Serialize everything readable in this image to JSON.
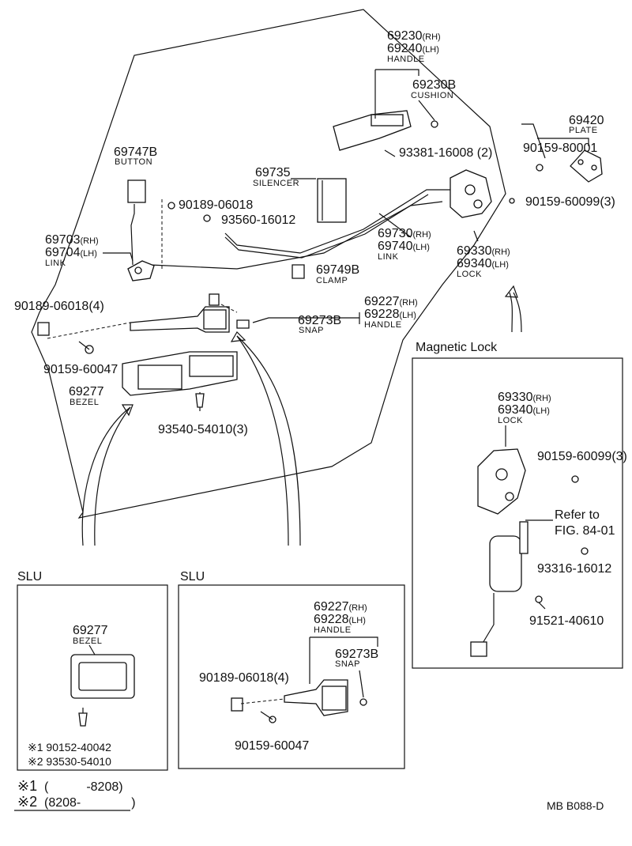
{
  "main": {
    "handle_outer": {
      "pn1": "69230",
      "side1": "(RH)",
      "pn2": "69240",
      "side2": "(LH)",
      "desc": "HANDLE"
    },
    "cushion": {
      "pn": "69230B",
      "desc": "CUSHION"
    },
    "plate": {
      "pn": "69420",
      "desc": "PLATE"
    },
    "screw_90159_80001": "90159-80001",
    "screw_93381": "93381-16008 (2)",
    "button": {
      "pn": "69747B",
      "desc": "BUTTON"
    },
    "silencer": {
      "pn": "69735",
      "desc": "SILENCER"
    },
    "clip_90189": "90189-06018",
    "screw_93560": "93560-16012",
    "screw_90159_60099": "90159-60099(3)",
    "link_upper": {
      "pn1": "69730",
      "side1": "(RH)",
      "pn2": "69740",
      "side2": "(LH)",
      "desc": "LINK"
    },
    "link_lower": {
      "pn1": "69703",
      "side1": "(RH)",
      "pn2": "69704",
      "side2": "(LH)",
      "desc": "LINK"
    },
    "lock": {
      "pn1": "69330",
      "side1": "(RH)",
      "pn2": "69340",
      "side2": "(LH)",
      "desc": "LOCK"
    },
    "clamp": {
      "pn": "69749B",
      "desc": "CLAMP"
    },
    "clip_90189_4": "90189-06018(4)",
    "handle_inner": {
      "pn1": "69227",
      "side1": "(RH)",
      "pn2": "69228",
      "side2": "(LH)",
      "desc": "HANDLE"
    },
    "snap": {
      "pn": "69273B",
      "desc": "SNAP"
    },
    "screw_90159_60047": "90159-60047",
    "bezel": {
      "pn": "69277",
      "desc": "BEZEL"
    },
    "screw_93540": "93540-54010(3)"
  },
  "magnetic_lock": {
    "title": "Magnetic Lock",
    "lock": {
      "pn1": "69330",
      "side1": "(RH)",
      "pn2": "69340",
      "side2": "(LH)",
      "desc": "LOCK"
    },
    "screw_90159_60099": "90159-60099(3)",
    "refer1": "Refer to",
    "refer2": "FIG. 84-01",
    "screw_93316": "93316-16012",
    "screw_91521": "91521-40610"
  },
  "slu_bezel": {
    "title": "SLU",
    "bezel": {
      "pn": "69277",
      "desc": "BEZEL"
    },
    "note1": "※1 90152-40042",
    "note2": "※2 93530-54010"
  },
  "slu_handle": {
    "title": "SLU",
    "handle": {
      "pn1": "69227",
      "side1": "(RH)",
      "pn2": "69228",
      "side2": "(LH)",
      "desc": "HANDLE"
    },
    "snap": {
      "pn": "69273B",
      "desc": "SNAP"
    },
    "clip": "90189-06018(4)",
    "screw": "90159-60047"
  },
  "footnotes": {
    "n1_mark": "※1",
    "n1_range": "(   -8208)",
    "n2_mark": "※2",
    "n2_range": "(8208-    )"
  },
  "figure_code": "MB  B088-D"
}
